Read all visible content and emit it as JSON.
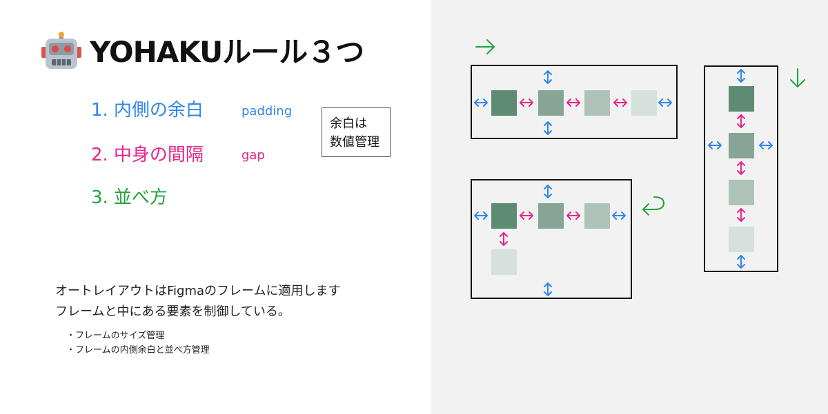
{
  "title": "YOHAKUルール３つ",
  "rules": [
    {
      "number": "1.",
      "label": "内側の余白",
      "sub": "padding",
      "color": "#2f86ec"
    },
    {
      "number": "2.",
      "label": "中身の間隔",
      "sub": "gap",
      "color": "#e8238b"
    },
    {
      "number": "3.",
      "label": "並べ方",
      "sub": "",
      "color": "#22a33a"
    }
  ],
  "note": {
    "line1": "余白は",
    "line2": "数値管理"
  },
  "description": {
    "line1": "オートレイアウトはFigmaのフレームに適用します",
    "line2": "フレームと中にある要素を制御している。"
  },
  "bullets": [
    "・フレームのサイズ管理",
    "・フレームの内側余白と並べ方管理"
  ],
  "colors": {
    "padding": "#2f86ec",
    "gap": "#e8238b",
    "direction": "#22a33a",
    "boxes": [
      "#5e8b72",
      "#86a597",
      "#afc2b8",
      "#d6e0dc"
    ],
    "panel": "#f2f2f2"
  },
  "diagram_icons": {
    "horizontal": "arrow-right-icon",
    "vertical": "arrow-down-icon",
    "wrap": "wrap-arrow-icon"
  }
}
